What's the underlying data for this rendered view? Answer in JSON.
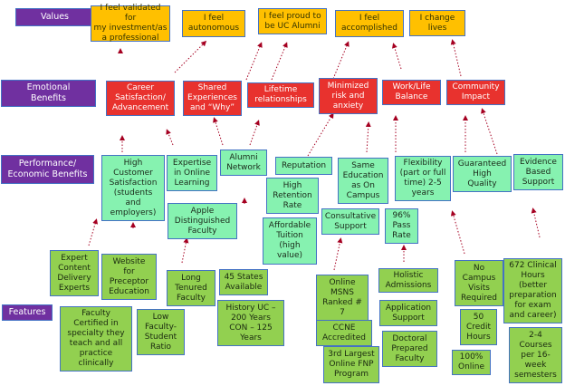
{
  "row_labels": {
    "values": "Values",
    "emotional": "Emotional\nBenefits",
    "performance": "Performance/\nEconomic Benefits",
    "features": "Features"
  },
  "values": [
    "I feel validated for\nmy investment/as\na professional",
    "I feel\nautonomous",
    "I feel proud to\nbe UC Alumni",
    "I feel\naccomplished",
    "I change\nlives"
  ],
  "emotional": [
    "Career\nSatisfaction/\nAdvancement",
    "Shared\nExperiences\nand “Why”",
    "Lifetime\nrelationships",
    "Minimized\nrisk and\nanxiety",
    "Work/Life\nBalance",
    "Community\nImpact"
  ],
  "performance": [
    "High\nCustomer\nSatisfaction\n(students\nand\nemployers)",
    "Expertise\nin Online\nLearning",
    "Alumni\nNetwork",
    "Reputation",
    "Same\nEducation\nas On\nCampus",
    "Flexibility\n(part or full\ntime) 2-5\nyears",
    "Guaranteed\nHigh\nQuality",
    "Evidence\nBased\nSupport",
    "Apple\nDistinguished\nFaculty",
    "High\nRetention\nRate",
    "Affordable\nTuition\n(high\nvalue)",
    "Consultative\nSupport",
    "96%\nPass\nRate"
  ],
  "features": [
    "Expert\nContent\nDelivery\nExperts",
    "Website\nfor\nPreceptor\nEducation",
    "Long\nTenured\nFaculty",
    "45 States\nAvailable",
    "Faculty\nCertified in\nspecialty they\nteach and all\npractice\nclinically",
    "Low\nFaculty-\nStudent\nRatio",
    "History UC –\n200 Years\nCON – 125\nYears",
    "Online\nMSNS\nRanked #\n7",
    "CCNE\nAccredited",
    "3rd Largest\nOnline FNP\nProgram",
    "Holistic\nAdmissions",
    "Application\nSupport",
    "Doctoral\nPrepared\nFaculty",
    "No\nCampus\nVisits\nRequired",
    "50\nCredit\nHours",
    "100%\nOnline",
    "672 Clinical\nHours\n(better\npreparation\nfor exam\nand career)",
    "2-4\nCourses\nper 16-\nweek\nsemesters"
  ],
  "colors": {
    "label": "#7030a0",
    "values": "#ffc000",
    "emotional": "#e8322e",
    "performance": "#86f2b0",
    "features": "#92d050",
    "border": "#4472c4",
    "arrow": "#a50021"
  }
}
